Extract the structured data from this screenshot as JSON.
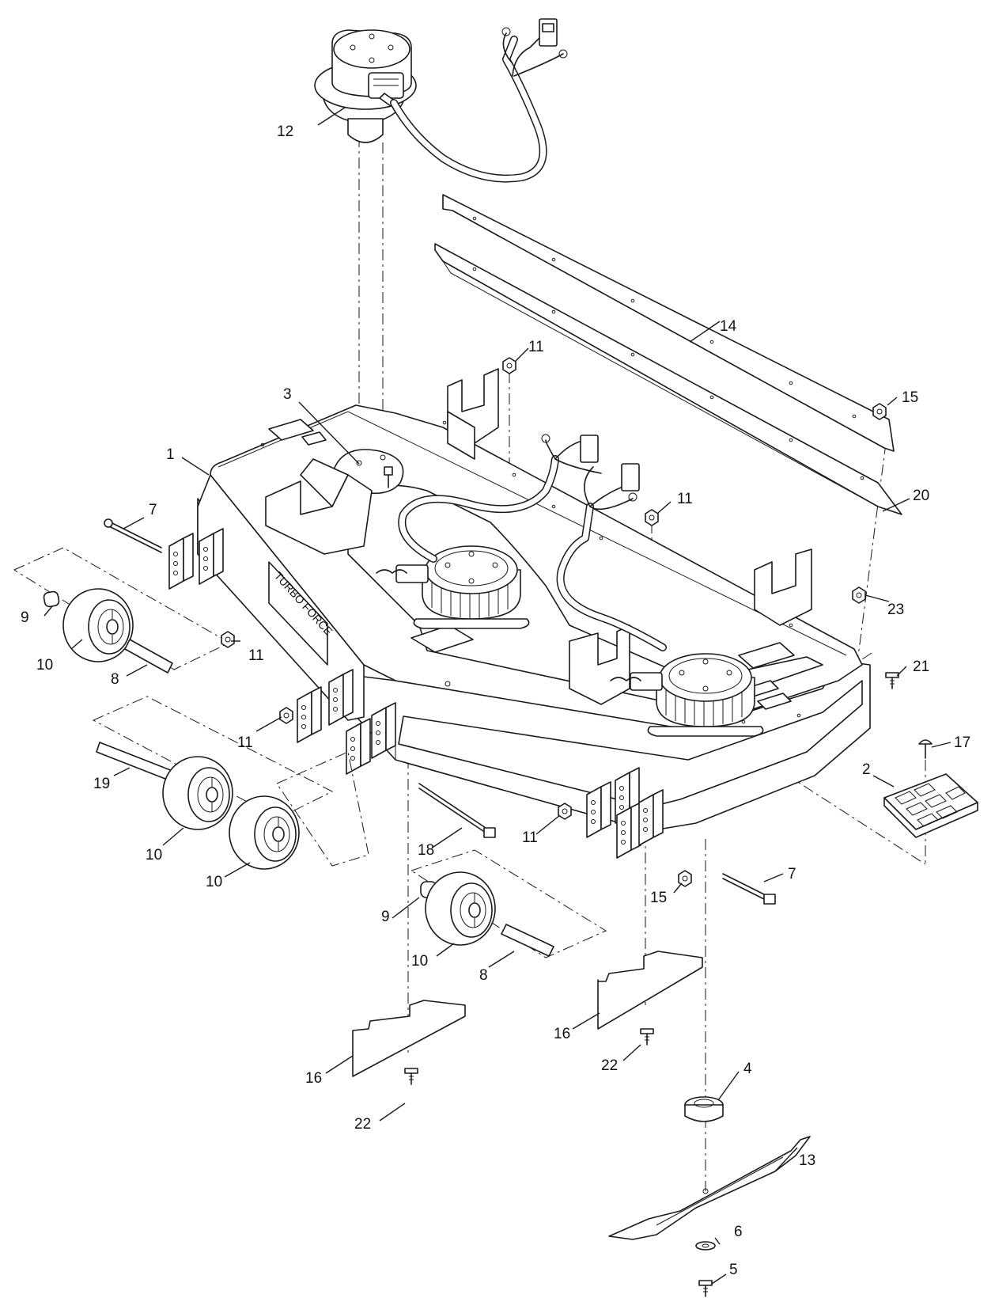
{
  "diagram": {
    "decal_text": "TURBO FORCE",
    "callouts": [
      {
        "id": "c1",
        "text": "1"
      },
      {
        "id": "c2",
        "text": "2"
      },
      {
        "id": "c3",
        "text": "3"
      },
      {
        "id": "c4",
        "text": "4"
      },
      {
        "id": "c5",
        "text": "5"
      },
      {
        "id": "c6",
        "text": "6"
      },
      {
        "id": "c7a",
        "text": "7"
      },
      {
        "id": "c7b",
        "text": "7"
      },
      {
        "id": "c8a",
        "text": "8"
      },
      {
        "id": "c8b",
        "text": "8"
      },
      {
        "id": "c9a",
        "text": "9"
      },
      {
        "id": "c9b",
        "text": "9"
      },
      {
        "id": "c10a",
        "text": "10"
      },
      {
        "id": "c10b",
        "text": "10"
      },
      {
        "id": "c10c",
        "text": "10"
      },
      {
        "id": "c10d",
        "text": "10"
      },
      {
        "id": "c11a",
        "text": "11"
      },
      {
        "id": "c11b",
        "text": "11"
      },
      {
        "id": "c11c",
        "text": "11"
      },
      {
        "id": "c11d",
        "text": "11"
      },
      {
        "id": "c11e",
        "text": "11"
      },
      {
        "id": "c12",
        "text": "12"
      },
      {
        "id": "c13",
        "text": "13"
      },
      {
        "id": "c14",
        "text": "14"
      },
      {
        "id": "c15a",
        "text": "15"
      },
      {
        "id": "c15b",
        "text": "15"
      },
      {
        "id": "c16a",
        "text": "16"
      },
      {
        "id": "c16b",
        "text": "16"
      },
      {
        "id": "c17",
        "text": "17"
      },
      {
        "id": "c18",
        "text": "18"
      },
      {
        "id": "c19",
        "text": "19"
      },
      {
        "id": "c20",
        "text": "20"
      },
      {
        "id": "c21",
        "text": "21"
      },
      {
        "id": "c22a",
        "text": "22"
      },
      {
        "id": "c22b",
        "text": "22"
      },
      {
        "id": "c23",
        "text": "23"
      }
    ]
  }
}
